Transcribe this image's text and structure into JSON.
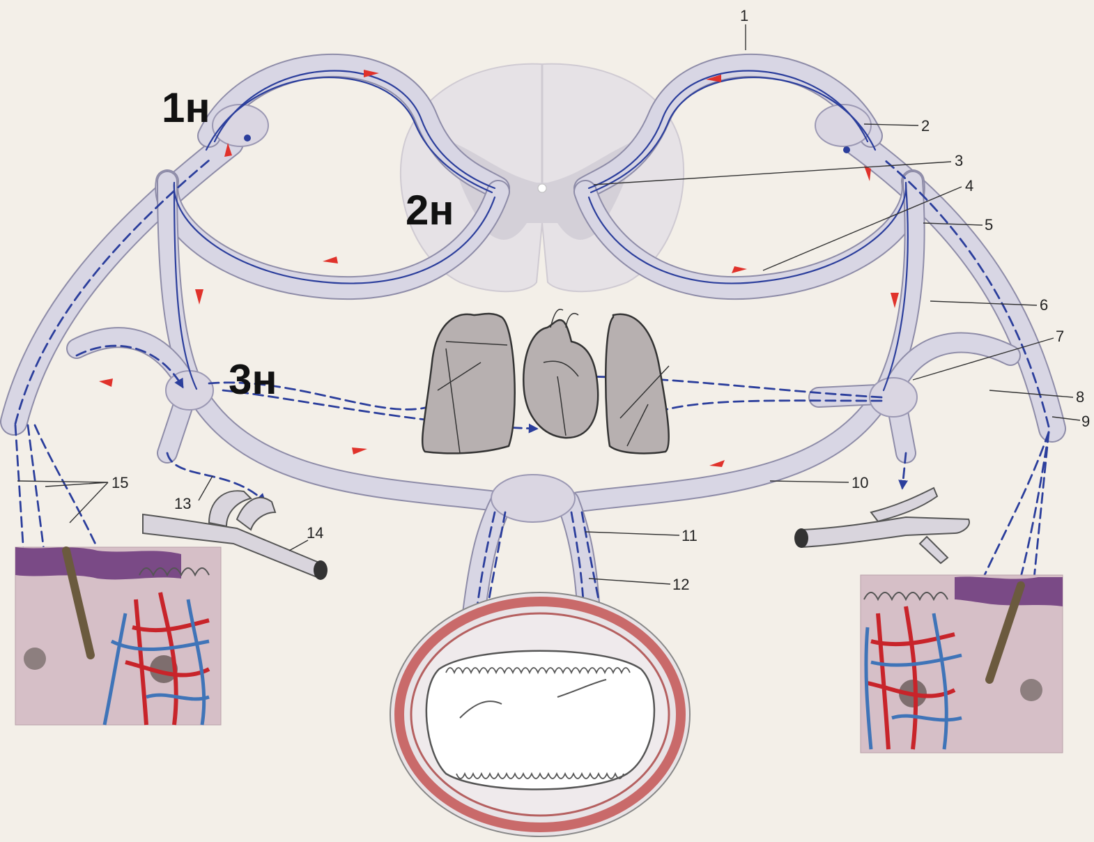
{
  "labels": {
    "neuron_1": "1н",
    "neuron_2": "2н",
    "neuron_3": "3н"
  },
  "numbers": {
    "n1": "1",
    "n2": "2",
    "n3": "3",
    "n4": "4",
    "n5": "5",
    "n6": "6",
    "n7": "7",
    "n8": "8",
    "n9": "9",
    "n10": "10",
    "n11": "11",
    "n12": "12",
    "n13": "13",
    "n14": "14",
    "n15": "15"
  },
  "colors": {
    "fiber": "#2b3e9c",
    "arrow": "#e0322b",
    "background": "#f3efe8",
    "artery": "#c8242a",
    "vein": "#3f74b8",
    "intestine_wall": "#c96a6a"
  }
}
